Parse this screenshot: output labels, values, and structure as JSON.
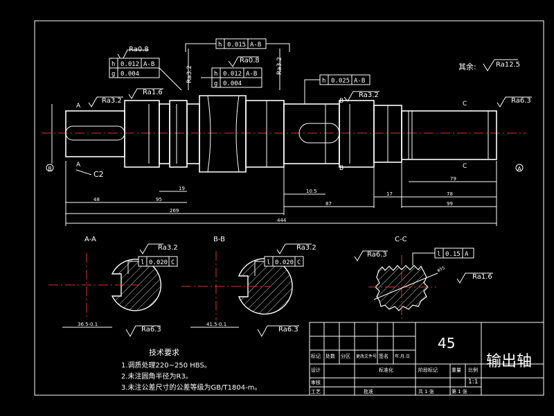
{
  "roughness": {
    "other": "Ra12.5",
    "other_label": "其余:",
    "ra08": "Ra0.8",
    "ra16": "Ra1.6",
    "ra32": "Ra3.2",
    "ra63": "Ra6.3"
  },
  "frames": {
    "f1_row1": [
      "h",
      "0.012",
      "A-B"
    ],
    "f1_row2": [
      "g",
      "0.004"
    ],
    "f2_row1": [
      "h",
      "0.015",
      "A-B"
    ],
    "f3_row1": [
      "h",
      "0.012",
      "A-B"
    ],
    "f3_row2": [
      "g",
      "0.004"
    ],
    "f4_row1": [
      "h",
      "0.025",
      "A-B"
    ],
    "fAA": [
      "l",
      "0.020",
      "C"
    ],
    "fBB": [
      "l",
      "0.020",
      "C"
    ],
    "fCC": [
      "l",
      "0.15",
      "A"
    ]
  },
  "datums": {
    "a": "A",
    "b": "B",
    "c": "C",
    "circle_b": "B",
    "circle_a": "A",
    "c2": "C2"
  },
  "dims": {
    "d48": "48",
    "d95": "95",
    "d19": "19",
    "d269": "269",
    "d444": "444",
    "d87": "87",
    "d105": "10.5",
    "d17": "17",
    "d79": "79",
    "d78": "78",
    "d99": "99",
    "phi55": "φ55",
    "sec_aa_w": "36.5-0.1",
    "sec_bb_w": "41.5-0.1"
  },
  "sections": {
    "aa": "A-A",
    "bb": "B-B",
    "cc": "C-C"
  },
  "tech": {
    "title": "技术要求",
    "items": [
      "1.调质处理220~250 HBS。",
      "2.未注圆角半径为R3。",
      "3.未注公差尺寸的公差等级为GB/T1804-m。"
    ]
  },
  "title_block": {
    "material": "45",
    "part_name": "输出轴",
    "scale": "1:1",
    "h_mark": "标记",
    "h_count": "处数",
    "h_zone": "分区",
    "h_docno": "更改文件号",
    "h_sign": "签名",
    "h_date": "年.月.日",
    "r_design": "设计",
    "r_std": "标准化",
    "r_review": "审核",
    "r_process": "工艺",
    "r_approve": "批准",
    "stage_label": "阶段标记",
    "weight_label": "重量",
    "scale_label": "比例",
    "sheets_total": "共 1 张",
    "sheet_no": "第 1 张"
  }
}
